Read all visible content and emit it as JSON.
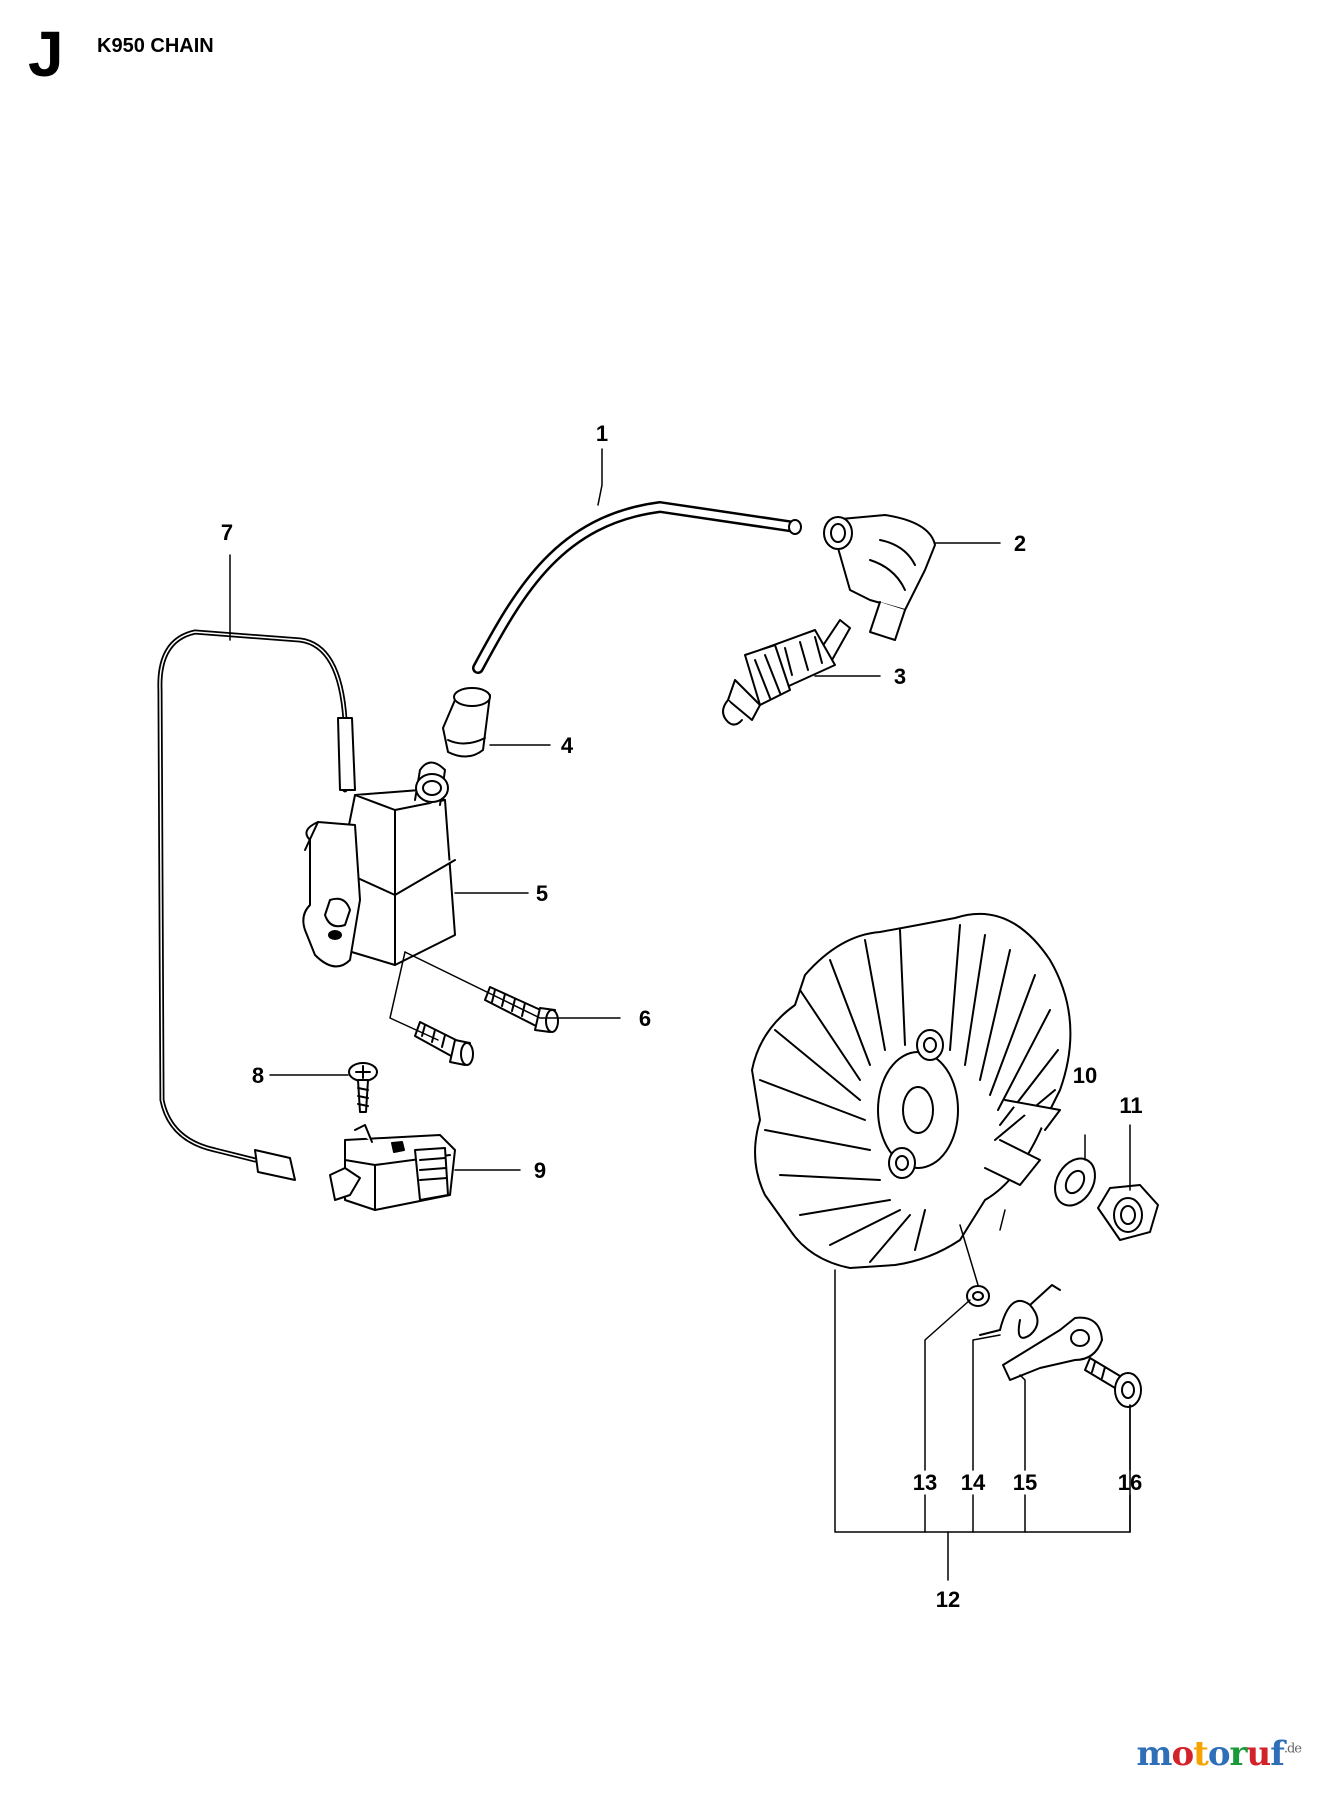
{
  "header": {
    "section_letter": "J",
    "model": "K950 CHAIN"
  },
  "callouts": [
    "1",
    "2",
    "3",
    "4",
    "5",
    "6",
    "7",
    "8",
    "9",
    "10",
    "11",
    "12",
    "13",
    "14",
    "15",
    "16"
  ],
  "watermark": {
    "letters": [
      "m",
      "o",
      "t",
      "o",
      "r",
      "u",
      "f"
    ],
    "letter_colors": [
      "#2e6fb8",
      "#d2232a",
      "#f5a300",
      "#2e6fb8",
      "#1a9b3a",
      "#d2232a",
      "#2e6fb8"
    ],
    "suffix": ".de"
  }
}
